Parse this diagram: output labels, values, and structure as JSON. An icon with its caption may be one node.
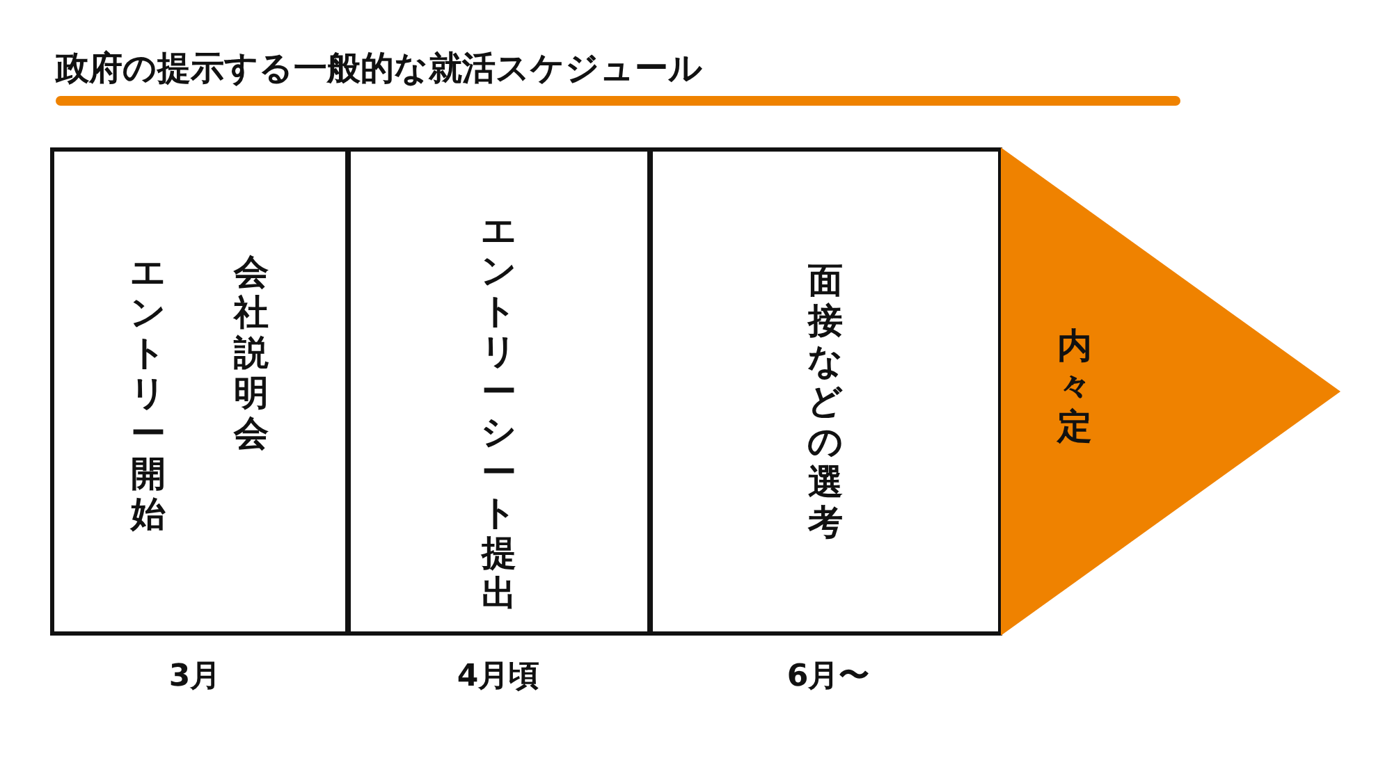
{
  "diagram": {
    "title": "政府の提示する一般的な就活スケジュール",
    "nodes": [
      {
        "text": [
          "エントリー開始",
          "会社説明会"
        ],
        "beside": [
          "3月"
        ]
      },
      {
        "text": [
          "エントリーシート提出"
        ],
        "beside": [
          "4月頃"
        ]
      },
      {
        "text": [
          "面接などの選考"
        ],
        "beside": [
          "6月〜"
        ]
      },
      {
        "text": [
          "内々定"
        ]
      }
    ]
  }
}
